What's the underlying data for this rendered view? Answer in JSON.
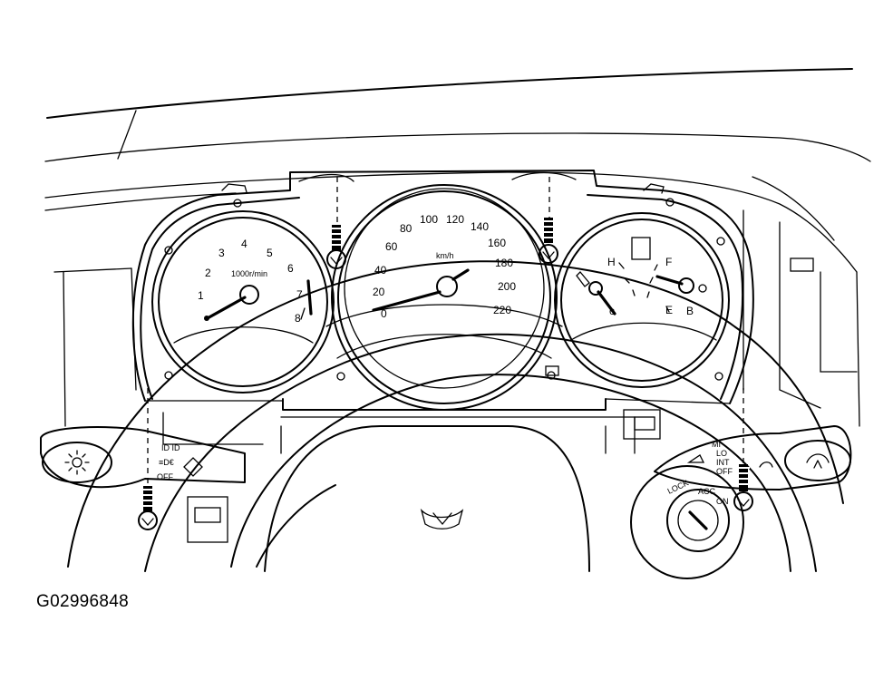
{
  "figure_id": "G02996848",
  "tachometer": {
    "scale_labels": [
      "1",
      "2",
      "3",
      "4",
      "5",
      "6",
      "7",
      "8"
    ],
    "unit_label": "1000r/min"
  },
  "speedometer": {
    "scale_labels": [
      "0",
      "20",
      "40",
      "60",
      "80",
      "100",
      "120",
      "140",
      "160",
      "180",
      "200",
      "220"
    ],
    "unit_label": "km/h"
  },
  "temp_gauge": {
    "high_label": "H"
  },
  "fuel_gauge": {
    "full_label": "F",
    "empty_label": "E"
  },
  "light_switch": {
    "off_label": "OFF"
  },
  "ignition": {
    "lock_label": "LOCK"
  }
}
